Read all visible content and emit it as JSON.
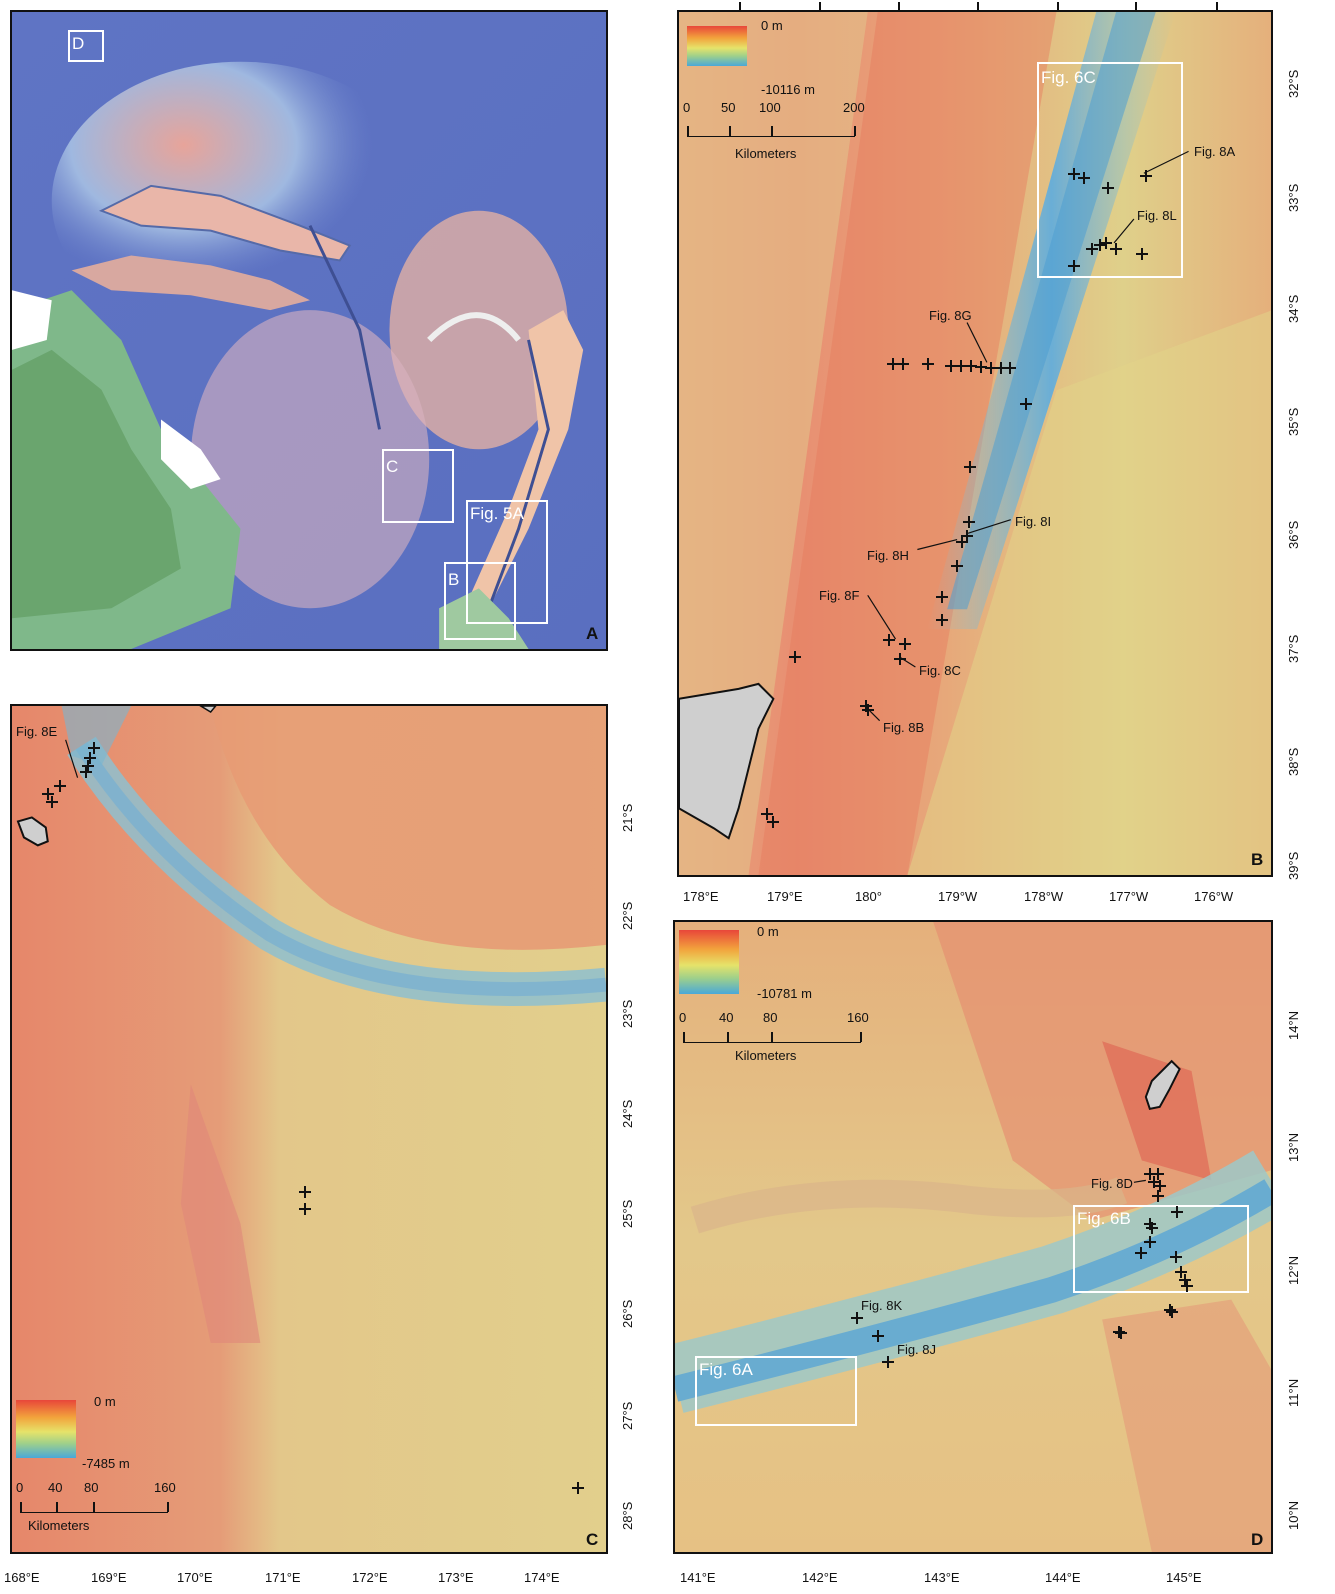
{
  "panels": {
    "A": {
      "letter": "A",
      "boxes": {
        "D": "D",
        "C": "C",
        "fig5A": "Fig. 5A",
        "B": "B"
      }
    },
    "B": {
      "letter": "B",
      "legend": {
        "max": "0 m",
        "min": "-10116 m",
        "scale": [
          "0",
          "50",
          "100",
          "200"
        ],
        "unit": "Kilometers"
      },
      "box_label": "Fig. 6C",
      "labels": {
        "8A": "Fig. 8A",
        "8L": "Fig. 8L",
        "8G": "Fig. 8G",
        "8I": "Fig. 8I",
        "8H": "Fig. 8H",
        "8F": "Fig. 8F",
        "8C": "Fig. 8C",
        "8B": "Fig. 8B"
      },
      "lon_ticks": [
        "178°E",
        "179°E",
        "180°",
        "179°W",
        "178°W",
        "177°W",
        "176°W"
      ],
      "lat_ticks": [
        "32°S",
        "33°S",
        "34°S",
        "35°S",
        "36°S",
        "37°S",
        "38°S",
        "39°S"
      ]
    },
    "C": {
      "letter": "C",
      "legend": {
        "max": "0 m",
        "min": "-7485 m",
        "scale": [
          "0",
          "40",
          "80",
          "160"
        ],
        "unit": "Kilometers"
      },
      "labels": {
        "8E": "Fig. 8E"
      },
      "lon_ticks": [
        "168°E",
        "169°E",
        "170°E",
        "171°E",
        "172°E",
        "173°E",
        "174°E"
      ],
      "lat_ticks": [
        "21°S",
        "22°S",
        "23°S",
        "24°S",
        "25°S",
        "26°S",
        "27°S",
        "28°S"
      ]
    },
    "D": {
      "letter": "D",
      "legend": {
        "max": "0 m",
        "min": "-10781 m",
        "scale": [
          "0",
          "40",
          "80",
          "160"
        ],
        "unit": "Kilometers"
      },
      "box_labels": {
        "6A": "Fig. 6A",
        "6B": "Fig. 6B"
      },
      "labels": {
        "8D": "Fig. 8D",
        "8K": "Fig. 8K",
        "8J": "Fig. 8J"
      },
      "lon_ticks": [
        "141°E",
        "142°E",
        "143°E",
        "144°E",
        "145°E"
      ],
      "lat_ticks": [
        "14°N",
        "13°N",
        "12°N",
        "11°N",
        "10°N"
      ]
    }
  }
}
